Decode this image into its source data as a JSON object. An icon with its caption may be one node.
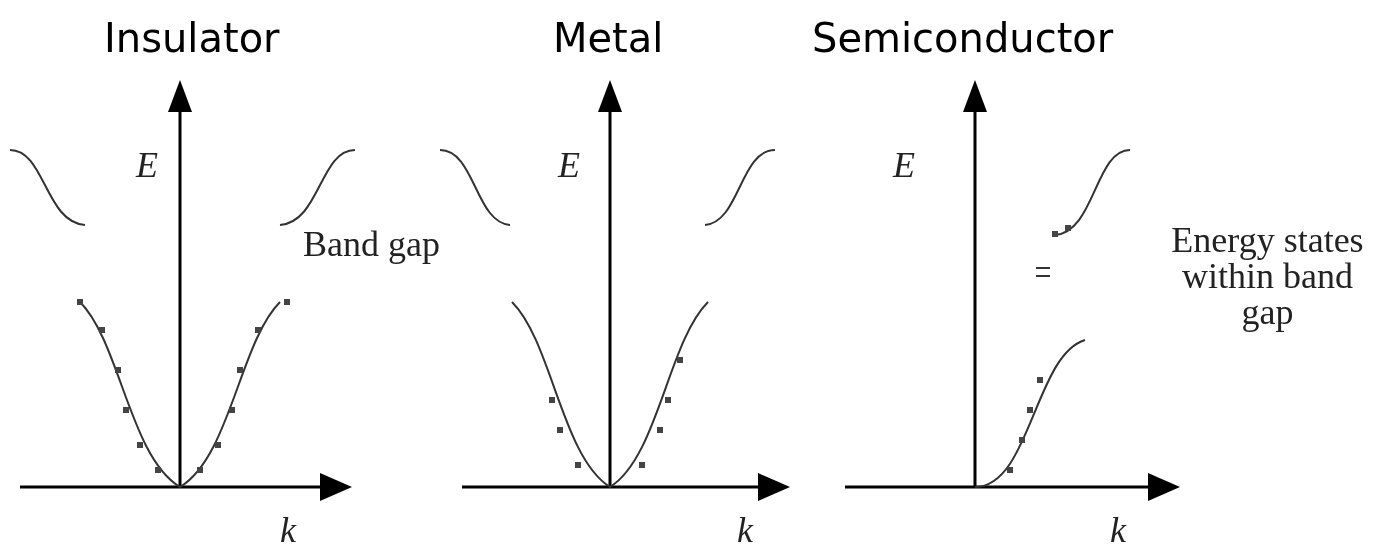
{
  "diagram": {
    "labels": [
      "Insulator",
      "Metal",
      "Semiconductor",
      "E",
      "Band gap",
      "k",
      "E",
      "k",
      "E",
      "Energy states within band gap",
      "k"
    ]
  }
}
